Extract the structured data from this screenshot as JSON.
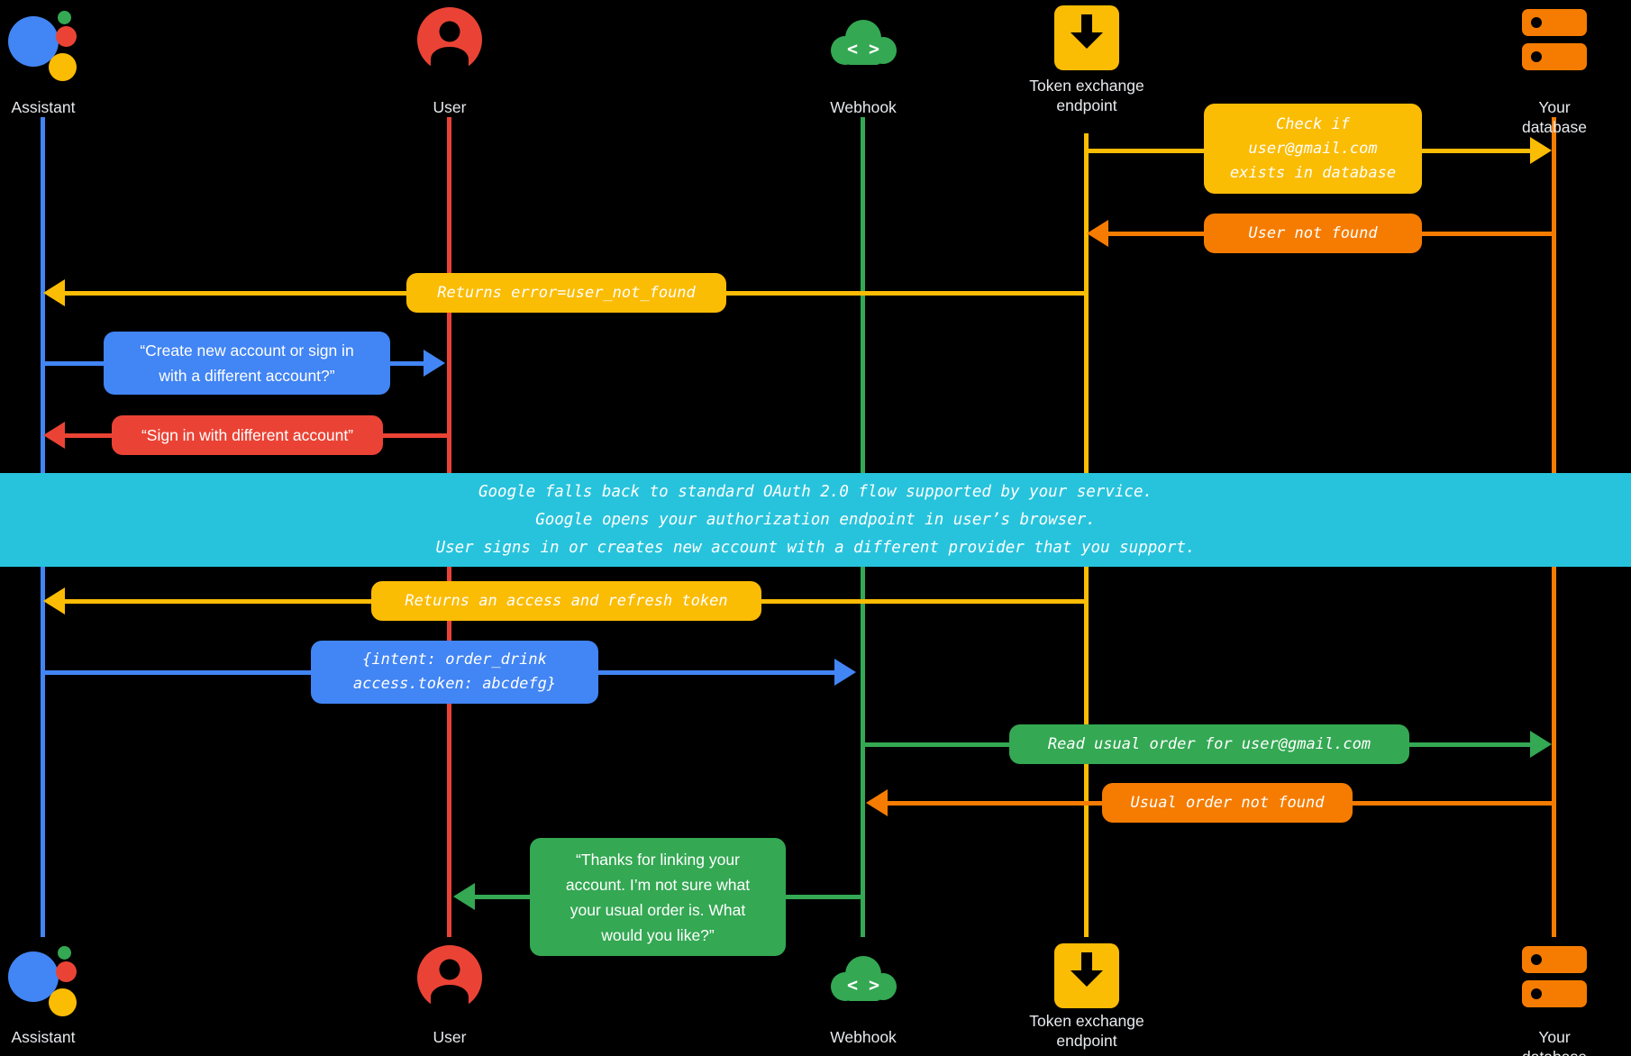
{
  "colors": {
    "background": "#000000",
    "blue": "#4285F4",
    "red": "#EA4335",
    "green": "#34A853",
    "yellow": "#FBBC04",
    "orange": "#F57C00",
    "cyan": "#27C3DC",
    "label_text": "#E8EAED",
    "box_text": "#FFFFFF"
  },
  "actors": {
    "assistant": {
      "label": "Assistant"
    },
    "user": {
      "label": "User"
    },
    "webhook": {
      "label": "Webhook"
    },
    "token_endpoint": {
      "label": "Token exchange\nendpoint"
    },
    "database": {
      "label": "Your database"
    }
  },
  "icons": {
    "webhook_glyph": "< >"
  },
  "messages": {
    "check_user_exists": "Check if\nuser@gmail.com\nexists in database",
    "user_not_found": "User not found",
    "returns_error": "Returns error=user_not_found",
    "create_or_signin": "“Create new account or sign in\nwith a different account?”",
    "signin_different": "“Sign in with different account”",
    "oauth_fallback_note": "Google falls back to standard OAuth 2.0 flow supported by your service.\nGoogle opens your authorization endpoint in user’s browser.\nUser signs in or creates new account with a different provider that you support.",
    "returns_tokens": "Returns an access and refresh token",
    "intent_payload": "{intent: order_drink\naccess.token: abcdefg}",
    "read_usual_order": "Read usual order for user@gmail.com",
    "usual_order_not_found": "Usual order not found",
    "thanks_for_linking": "“Thanks for linking your\naccount. I’m not sure what\nyour usual order is. What\nwould you like?”"
  }
}
